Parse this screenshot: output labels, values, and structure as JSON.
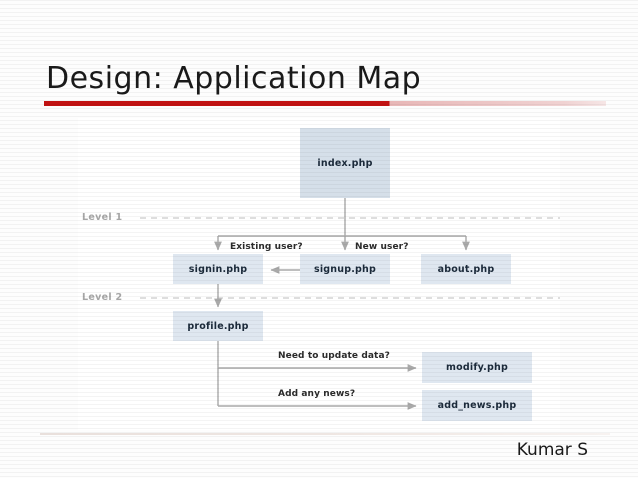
{
  "slide": {
    "title": "Design: Application Map",
    "footer": "Kumar S",
    "accent_color": "#c21212",
    "node_fill": "#d5dfe9",
    "wire_color": "#a9a9a9",
    "level_label_color": "#a6a6a6"
  },
  "diagram": {
    "type": "flowchart",
    "levels": [
      {
        "label": "Level 1"
      },
      {
        "label": "Level 2"
      }
    ],
    "nodes": [
      {
        "id": "index",
        "label": "index.php"
      },
      {
        "id": "signin",
        "label": "signin.php"
      },
      {
        "id": "signup",
        "label": "signup.php"
      },
      {
        "id": "about",
        "label": "about.php"
      },
      {
        "id": "profile",
        "label": "profile.php"
      },
      {
        "id": "modify",
        "label": "modify.php"
      },
      {
        "id": "add_news",
        "label": "add_news.php"
      }
    ],
    "edge_labels": [
      {
        "id": "existing-user",
        "label": "Existing user?"
      },
      {
        "id": "new-user",
        "label": "New user?"
      },
      {
        "id": "update-data",
        "label": "Need to update data?"
      },
      {
        "id": "add-news",
        "label": "Add any news?"
      }
    ]
  }
}
